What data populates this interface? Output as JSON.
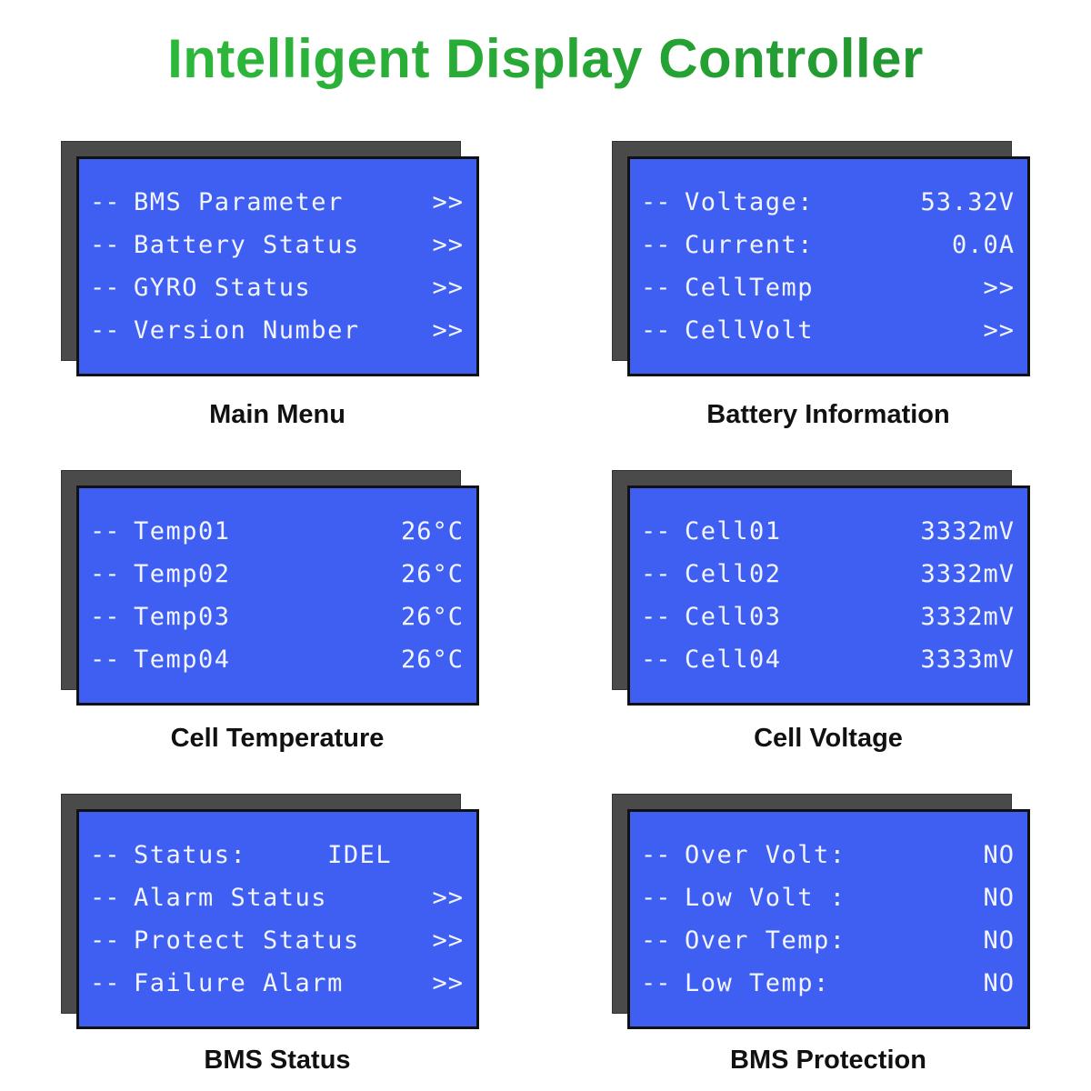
{
  "title": "Intelligent Display Controller",
  "colors": {
    "lcd_background": "#3f5ff2",
    "lcd_text": "#f2f4ff",
    "title": "#22a83a"
  },
  "panels": [
    {
      "caption": "Main Menu",
      "rows": [
        {
          "prefix": "--",
          "label": "BMS Parameter",
          "value": ">>"
        },
        {
          "prefix": "--",
          "label": "Battery Status",
          "value": ">>"
        },
        {
          "prefix": "--",
          "label": "GYRO Status",
          "value": ">>"
        },
        {
          "prefix": "--",
          "label": "Version Number",
          "value": ">>"
        }
      ]
    },
    {
      "caption": "Battery Information",
      "rows": [
        {
          "prefix": "--",
          "label": "Voltage:",
          "value": "53.32V"
        },
        {
          "prefix": "--",
          "label": "Current:",
          "value": "0.0A"
        },
        {
          "prefix": "--",
          "label": "CellTemp",
          "value": ">>"
        },
        {
          "prefix": "--",
          "label": "CellVolt",
          "value": ">>"
        }
      ]
    },
    {
      "caption": "Cell Temperature",
      "rows": [
        {
          "prefix": "--",
          "label": "Temp01",
          "value": "26°C"
        },
        {
          "prefix": "--",
          "label": "Temp02",
          "value": "26°C"
        },
        {
          "prefix": "--",
          "label": "Temp03",
          "value": "26°C"
        },
        {
          "prefix": "--",
          "label": "Temp04",
          "value": "26°C"
        }
      ]
    },
    {
      "caption": "Cell Voltage",
      "rows": [
        {
          "prefix": "--",
          "label": "Cell01",
          "value": "3332mV"
        },
        {
          "prefix": "--",
          "label": "Cell02",
          "value": "3332mV"
        },
        {
          "prefix": "--",
          "label": "Cell03",
          "value": "3332mV"
        },
        {
          "prefix": "--",
          "label": "Cell04",
          "value": "3333mV"
        }
      ]
    },
    {
      "caption": "BMS Status",
      "rows": [
        {
          "prefix": "--",
          "label": "Status:     IDEL",
          "value": ""
        },
        {
          "prefix": "--",
          "label": "Alarm Status",
          "value": ">>"
        },
        {
          "prefix": "--",
          "label": "Protect Status",
          "value": ">>"
        },
        {
          "prefix": "--",
          "label": "Failure Alarm",
          "value": ">>"
        }
      ]
    },
    {
      "caption": "BMS Protection",
      "rows": [
        {
          "prefix": "--",
          "label": "Over Volt:",
          "value": "NO"
        },
        {
          "prefix": "--",
          "label": "Low Volt :",
          "value": "NO"
        },
        {
          "prefix": "--",
          "label": "Over Temp:",
          "value": "NO"
        },
        {
          "prefix": "--",
          "label": "Low Temp:",
          "value": "NO"
        }
      ]
    }
  ]
}
